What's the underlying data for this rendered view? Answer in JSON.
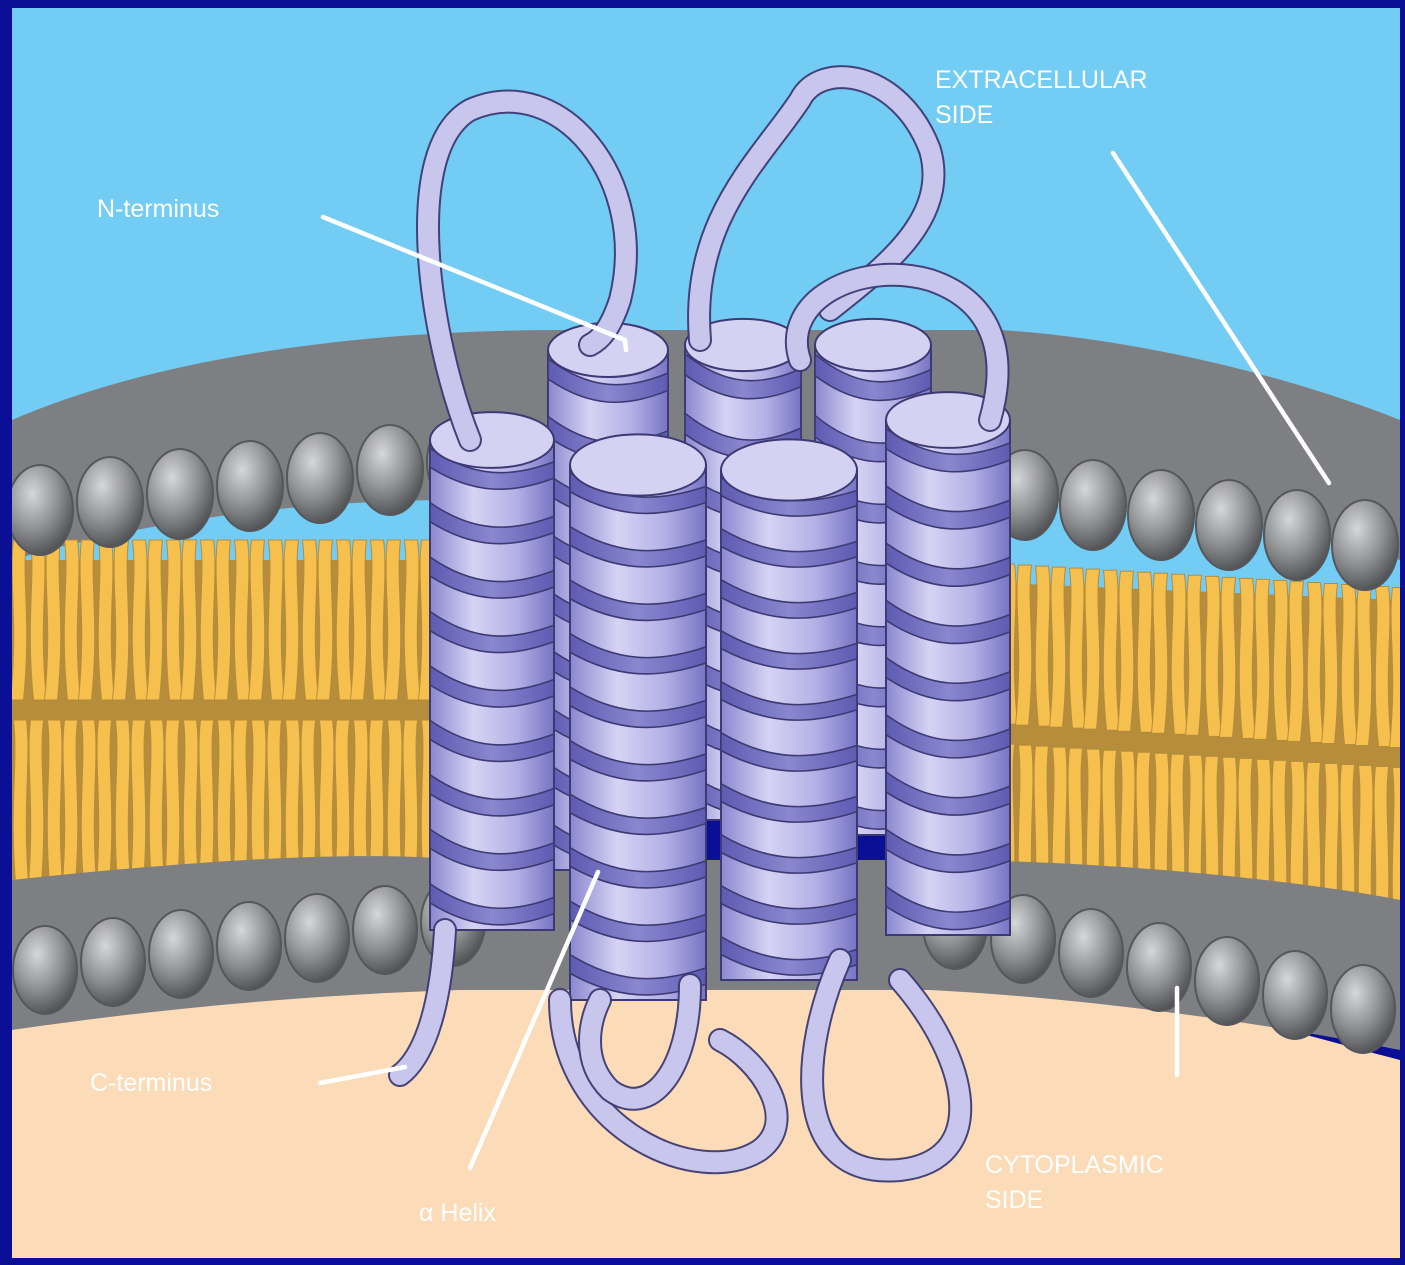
{
  "colors": {
    "frame": "#0a0f96",
    "extracellular": "#72ccf4",
    "cytoplasm": "#fcdcb8",
    "lipid_head": "#8f9092",
    "lipid_head_shadow": "#55575a",
    "lipid_tail": "#f6c04f",
    "lipid_tail_dark": "#b58d3b",
    "helix_light": "#c9c6ee",
    "helix_dark": "#7471c2",
    "helix_outline": "#3d3a73",
    "pointer_line": "#ffffff",
    "label_dark_text": "#ffffff",
    "label_light_text": "#ffffff"
  },
  "labels": {
    "extracellular_line1": "EXTRACELLULAR",
    "extracellular_line2": "SIDE",
    "n_terminus": "N-terminus",
    "c_terminus": "C-terminus",
    "alpha_helix": "α Helix",
    "cytoplasmic_line1": "CYTOPLASMIC",
    "cytoplasmic_line2": "SIDE"
  }
}
